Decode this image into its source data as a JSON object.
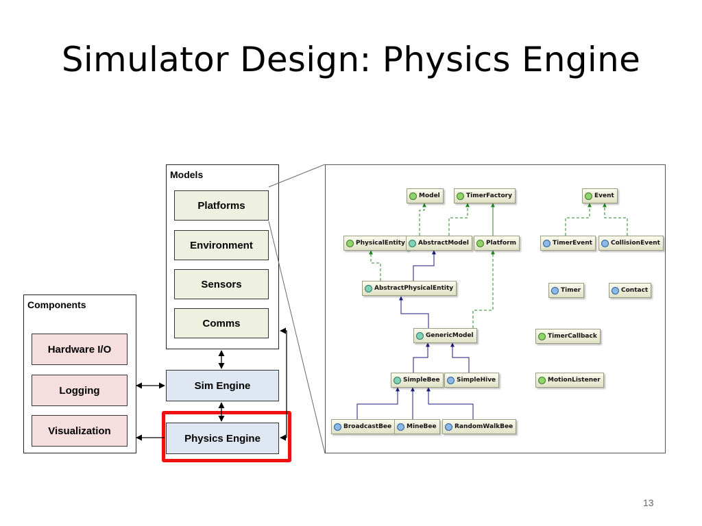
{
  "slide": {
    "title": "Simulator Design: Physics Engine",
    "page_number": "13"
  },
  "models": {
    "label": "Models",
    "items": [
      "Platforms",
      "Environment",
      "Sensors",
      "Comms"
    ]
  },
  "components": {
    "label": "Components",
    "items": [
      "Hardware I/O",
      "Logging",
      "Visualization"
    ]
  },
  "engines": {
    "sim_engine": "Sim Engine",
    "physics_engine": "Physics Engine"
  },
  "highlight_color": "#ee1111",
  "uml": {
    "classes": [
      {
        "id": "model",
        "name": "Model",
        "kind": "interface"
      },
      {
        "id": "timerfactory",
        "name": "TimerFactory",
        "kind": "interface"
      },
      {
        "id": "event",
        "name": "Event",
        "kind": "interface"
      },
      {
        "id": "physicalentity",
        "name": "PhysicalEntity",
        "kind": "interface"
      },
      {
        "id": "abstractmodel",
        "name": "AbstractModel",
        "kind": "abstract"
      },
      {
        "id": "platform",
        "name": "Platform",
        "kind": "interface"
      },
      {
        "id": "timerevent",
        "name": "TimerEvent",
        "kind": "class"
      },
      {
        "id": "collisionevent",
        "name": "CollisionEvent",
        "kind": "class"
      },
      {
        "id": "abstractphysicalentity",
        "name": "AbstractPhysicalEntity",
        "kind": "abstract"
      },
      {
        "id": "timer",
        "name": "Timer",
        "kind": "class"
      },
      {
        "id": "contact",
        "name": "Contact",
        "kind": "class"
      },
      {
        "id": "genericmodel",
        "name": "GenericModel",
        "kind": "abstract"
      },
      {
        "id": "timercallback",
        "name": "TimerCallback",
        "kind": "interface"
      },
      {
        "id": "simplebee",
        "name": "SimpleBee",
        "kind": "abstract"
      },
      {
        "id": "simplehive",
        "name": "SimpleHive",
        "kind": "class"
      },
      {
        "id": "motionlistener",
        "name": "MotionListener",
        "kind": "interface"
      },
      {
        "id": "broadcastbee",
        "name": "BroadcastBee",
        "kind": "class"
      },
      {
        "id": "minebee",
        "name": "MineBee",
        "kind": "class"
      },
      {
        "id": "randomwalkbee",
        "name": "RandomWalkBee",
        "kind": "class"
      }
    ]
  }
}
